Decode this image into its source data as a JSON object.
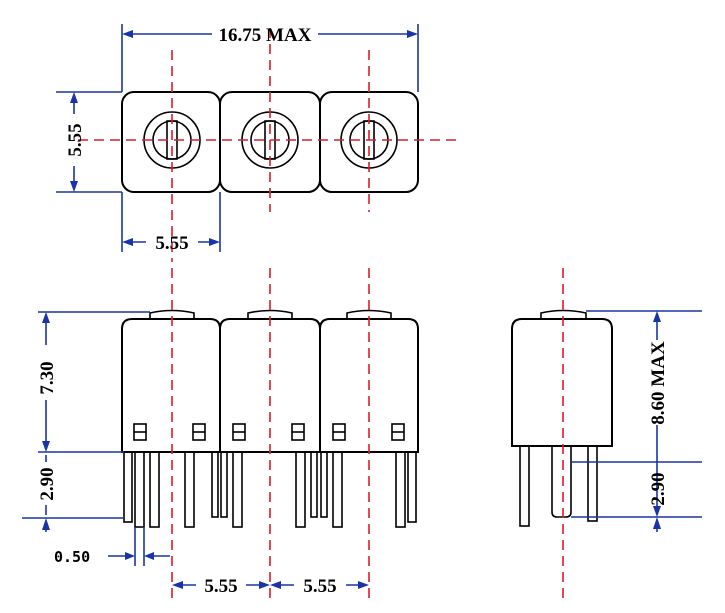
{
  "dimensions": {
    "overall_width": "16.75 MAX",
    "top_height": "5.55",
    "top_pitch": "5.55",
    "body_height": "7.30",
    "pin_length": "2.90",
    "pin_width": "0.50",
    "bottom_pitch_1": "5.55",
    "bottom_pitch_2": "5.55",
    "side_total_height": "8.60 MAX",
    "side_pin_length": "2.90"
  },
  "colors": {
    "outline": "#000000",
    "dimension": "#1a33a8",
    "centerline": "#d81e2c"
  }
}
